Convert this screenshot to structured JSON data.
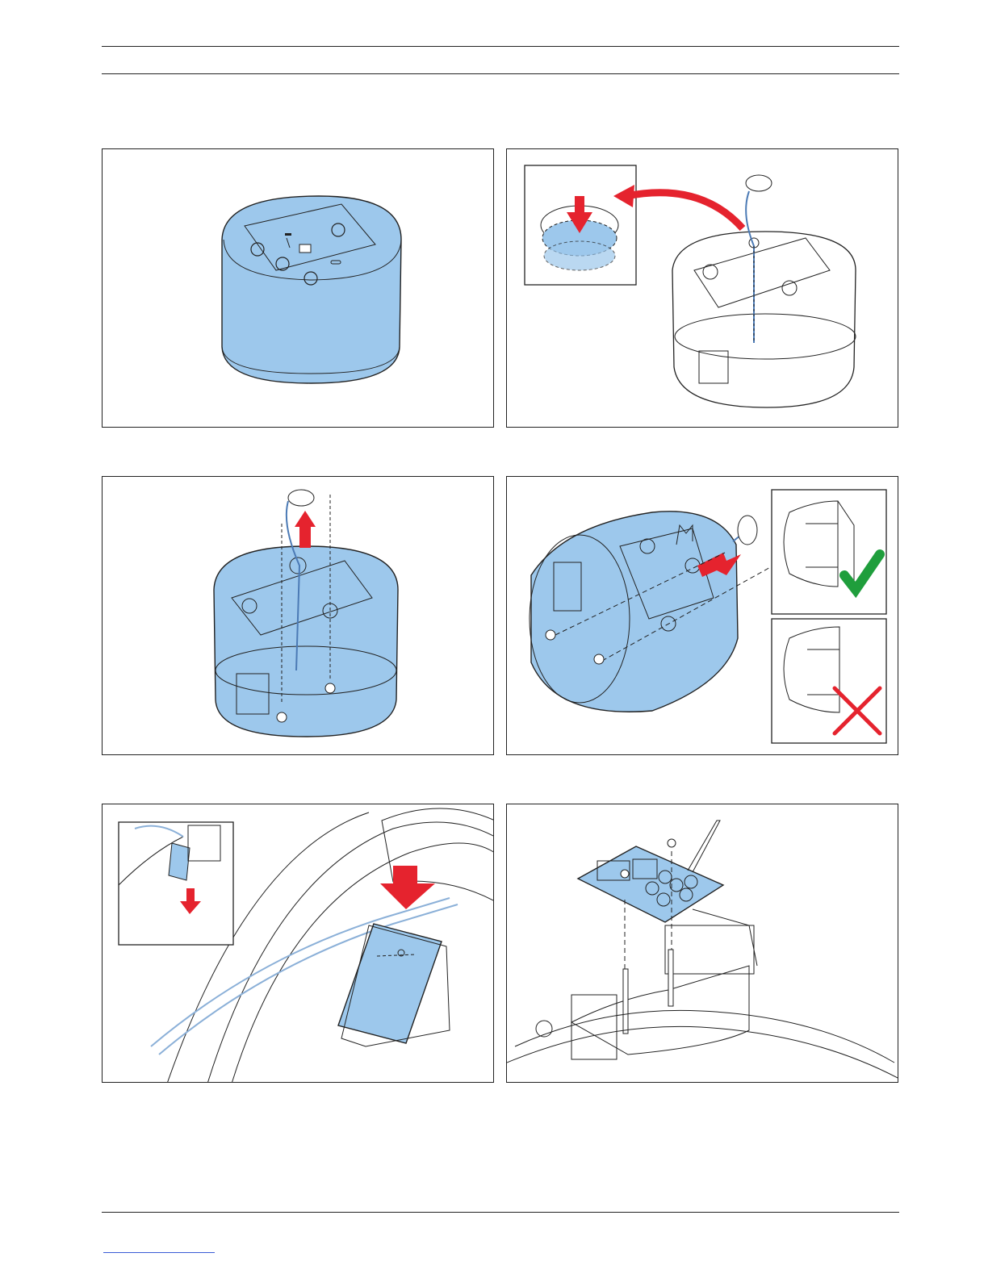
{
  "page": {
    "header_rules": 2,
    "footer_rule": true
  },
  "colors": {
    "blue_fill": "#9dc8ec",
    "arrow_red": "#e5232e",
    "check_green": "#1f9e3c",
    "cross_red": "#e5232e",
    "line": "#222222"
  },
  "panels": [
    {
      "id": "step-1",
      "description_icon": "housing-blue-fill"
    },
    {
      "id": "step-2",
      "description_icon": "housing-insert-disc"
    },
    {
      "id": "step-3",
      "description_icon": "housing-lift-disc-screws"
    },
    {
      "id": "step-4",
      "description_icon": "housing-side-mount-correct-incorrect"
    },
    {
      "id": "step-5",
      "description_icon": "insert-module-into-slot"
    },
    {
      "id": "step-6",
      "description_icon": "mount-pcb-on-posts"
    }
  ]
}
